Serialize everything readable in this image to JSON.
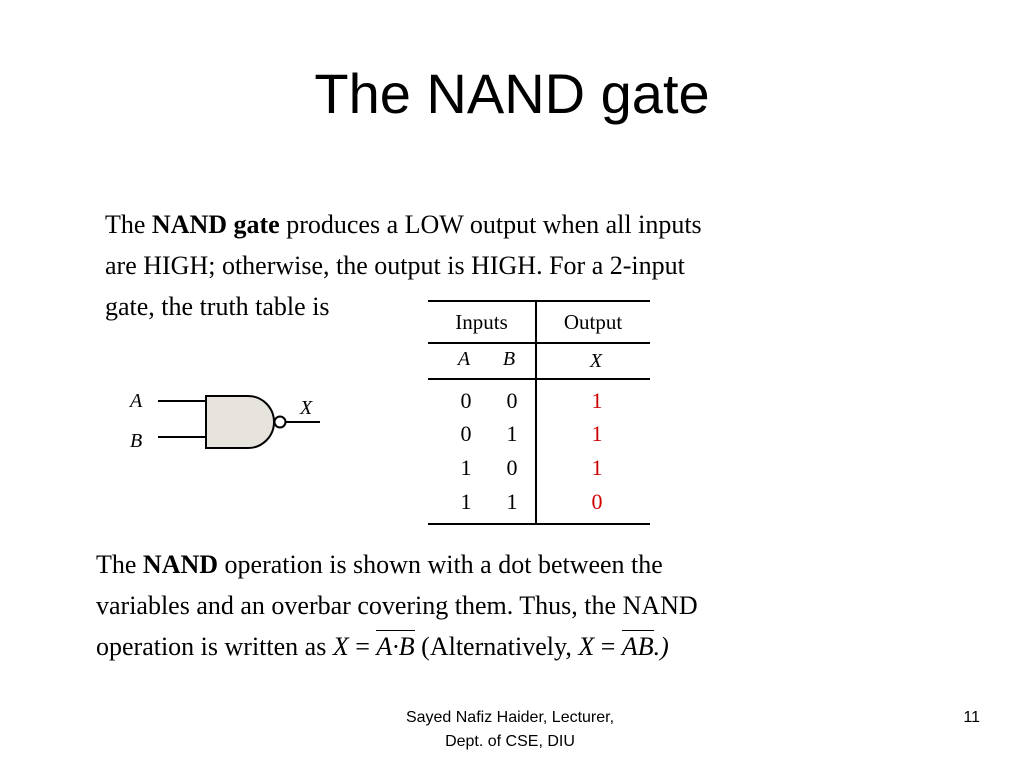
{
  "title": "The NAND gate",
  "para1": {
    "l1_a": "The ",
    "l1_bold": "NAND gate",
    "l1_b": " produces a LOW output when all inputs",
    "l2": "are HIGH; otherwise, the output is HIGH.  For a 2-input",
    "l3": "gate, the truth table is"
  },
  "truth_table": {
    "group_inputs": "Inputs",
    "group_output": "Output",
    "col_a": "A",
    "col_b": "B",
    "col_x": "X",
    "rows": [
      {
        "a": "0",
        "b": "0",
        "x": "1"
      },
      {
        "a": "0",
        "b": "1",
        "x": "1"
      },
      {
        "a": "1",
        "b": "0",
        "x": "1"
      },
      {
        "a": "1",
        "b": "1",
        "x": "0"
      }
    ],
    "output_color": "#cc0000"
  },
  "gate": {
    "input_a": "A",
    "input_b": "B",
    "output": "X"
  },
  "para2": {
    "l1_a": "The ",
    "l1_bold": "NAND",
    "l1_b": " operation is shown with a dot between the",
    "l2": "variables and an overbar covering them. Thus, the NAND",
    "l3_a": "operation is written as ",
    "l3_x": "X",
    "l3_eq": " = ",
    "l3_expr": "A·B",
    "l3_alt": " (Alternatively, ",
    "l3_x2": "X",
    "l3_eq2": " = ",
    "l3_expr2": "AB",
    "l3_end": ".)"
  },
  "footer": {
    "line1": "Sayed Nafiz Haider, Lecturer,",
    "line2": "Dept. of CSE, DIU",
    "page": "11"
  }
}
